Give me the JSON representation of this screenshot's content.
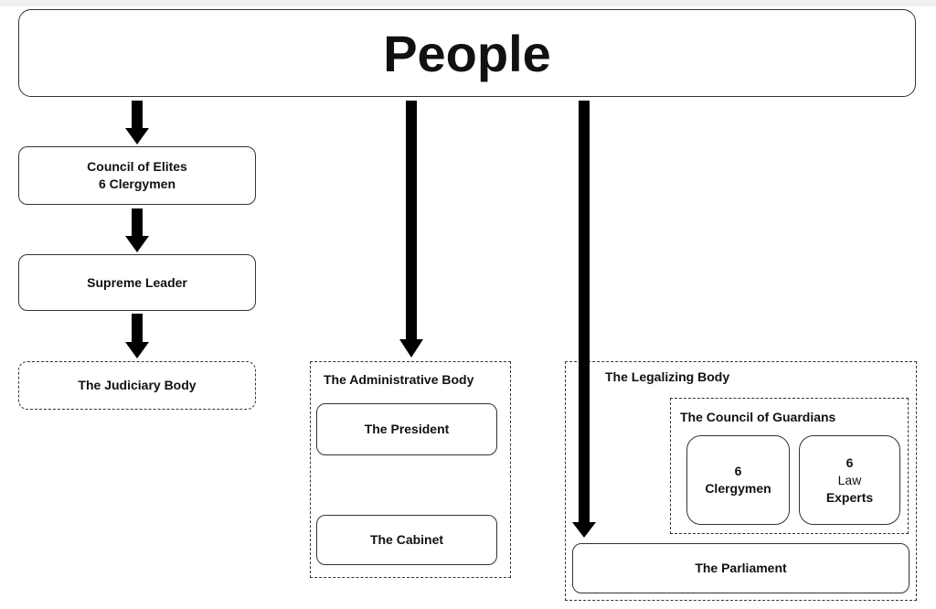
{
  "diagram": {
    "top": {
      "label": "People"
    },
    "left_column": {
      "council_of_elites": {
        "line1": "Council of Elites",
        "line2": "6 Clergymen"
      },
      "supreme_leader": {
        "label": "Supreme Leader"
      },
      "judiciary": {
        "label": "The Judiciary Body"
      }
    },
    "administrative": {
      "title": "The Administrative Body",
      "president": "The President",
      "cabinet": "The Cabinet"
    },
    "legalizing": {
      "title": "The Legalizing Body",
      "guardians": {
        "title": "The Council of Guardians",
        "clergymen": {
          "line1": "6",
          "line2": "Clergymen"
        },
        "law_experts": {
          "line1": "6",
          "line2": "Law",
          "line3": "Experts"
        }
      },
      "parliament": "The Parliament"
    },
    "arrows": [
      {
        "from": "People",
        "to": "Council of Elites"
      },
      {
        "from": "Council of Elites",
        "to": "Supreme Leader"
      },
      {
        "from": "Supreme Leader",
        "to": "The Judiciary Body"
      },
      {
        "from": "People",
        "to": "The Administrative Body"
      },
      {
        "from": "People",
        "to": "The Parliament"
      }
    ]
  }
}
